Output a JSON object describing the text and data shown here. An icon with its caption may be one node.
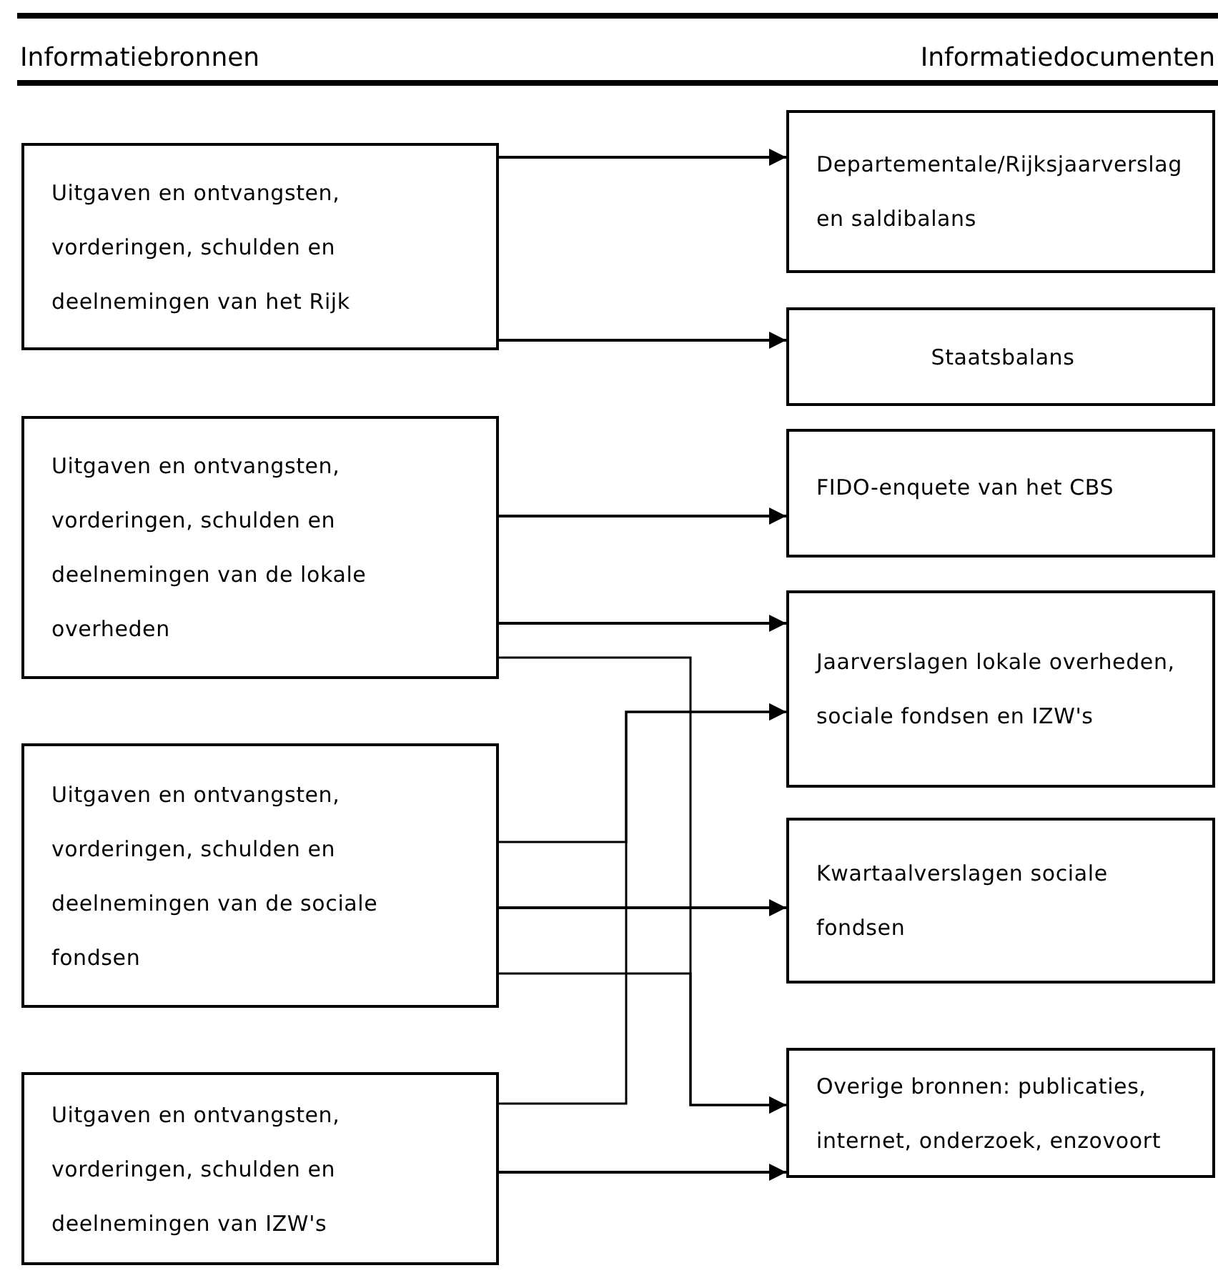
{
  "diagram": {
    "nodes": [
      {
        "text": [
          "Uitgaven en ontvangsten, vorderingen, schulden en deelnemingen van het Rijk"
        ]
      },
      {
        "text": [
          "Uitgaven en ontvangsten, vorderingen, schulden en deelnemingen van de lokale overheden"
        ]
      },
      {
        "text": [
          "Uitgaven en ontvangsten, vorderingen, schulden en deelnemingen van de sociale fondsen"
        ]
      },
      {
        "text": [
          "Uitgaven en ontvangsten, vorderingen, schulden en deelnemingen van IZW's"
        ]
      },
      {
        "text": [
          "Departementale/Rijksjaarverslag en saldibalans"
        ]
      },
      {
        "text": [
          "Staatsbalans"
        ]
      },
      {
        "text": [
          "FIDO-enquete van het CBS"
        ]
      },
      {
        "text": [
          "Jaarverslagen lokale overheden, sociale fondsen en IZW's"
        ]
      },
      {
        "text": [
          "Kwartaalverslagen sociale fondsen"
        ]
      },
      {
        "text": [
          "Overige bronnen: publicaties, internet, onderzoek, enzovoort"
        ]
      }
    ],
    "edges": [
      {
        "from": 0,
        "to": 4,
        "arrow": "to"
      },
      {
        "from": 0,
        "to": 5,
        "arrow": "to"
      },
      {
        "from": 1,
        "to": 6,
        "arrow": "to"
      },
      {
        "from": 1,
        "to": 7,
        "arrow": "to"
      },
      {
        "from": 1,
        "to": 9,
        "arrow": "to"
      },
      {
        "from": 2,
        "to": 7,
        "arrow": "to"
      },
      {
        "from": 2,
        "to": 8,
        "arrow": "to"
      },
      {
        "from": 2,
        "to": 9,
        "arrow": "to"
      },
      {
        "from": 3,
        "to": 7,
        "arrow": "to"
      },
      {
        "from": 3,
        "to": 9,
        "arrow": "to"
      }
    ],
    "labels": [
      "Informatiebronnen",
      "Informatiedocumenten"
    ]
  }
}
